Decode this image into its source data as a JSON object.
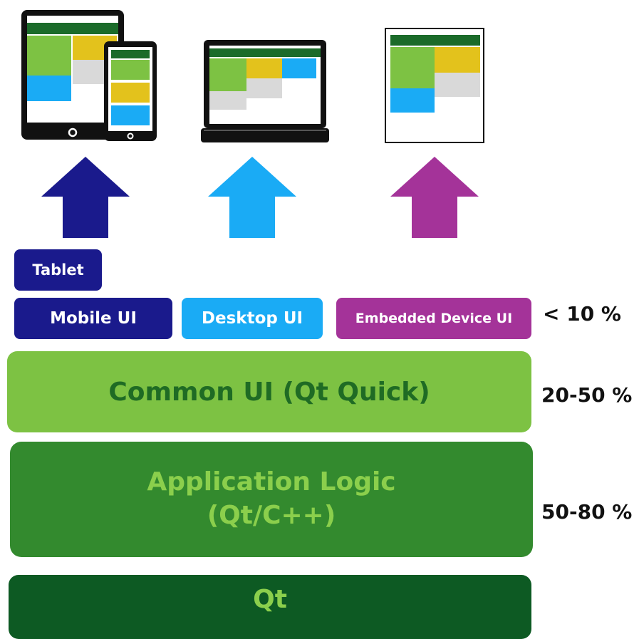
{
  "devices": [
    {
      "name": "tablet-and-phone"
    },
    {
      "name": "laptop"
    },
    {
      "name": "embedded-screen"
    }
  ],
  "colors": {
    "mobile": "#1a1a8c",
    "desktop": "#1aabf5",
    "embedded": "#a43399",
    "common_ui": "#7dc243",
    "common_ui_text": "#1f6b24",
    "app_logic": "#338a2e",
    "app_logic_text": "#8bcf4c",
    "qt": "#0d5a23",
    "qt_text": "#8bcf4c",
    "screen_header": "#1b6b2a",
    "screen_green": "#7dc243",
    "screen_yellow": "#e3c21c",
    "screen_gray": "#d9d9d9",
    "screen_blue": "#1aabf5"
  },
  "labels": {
    "tablet": "Tablet",
    "mobile_ui": "Mobile UI",
    "desktop_ui": "Desktop UI",
    "embedded_ui": "Embedded Device UI",
    "common_ui": "Common UI (Qt Quick)",
    "app_logic_line1": "Application Logic",
    "app_logic_line2": "(Qt/C++)",
    "qt": "Qt"
  },
  "percentages": {
    "device_ui": "< 10 %",
    "common_ui": "20-50 %",
    "app_logic": "50-80 %"
  }
}
